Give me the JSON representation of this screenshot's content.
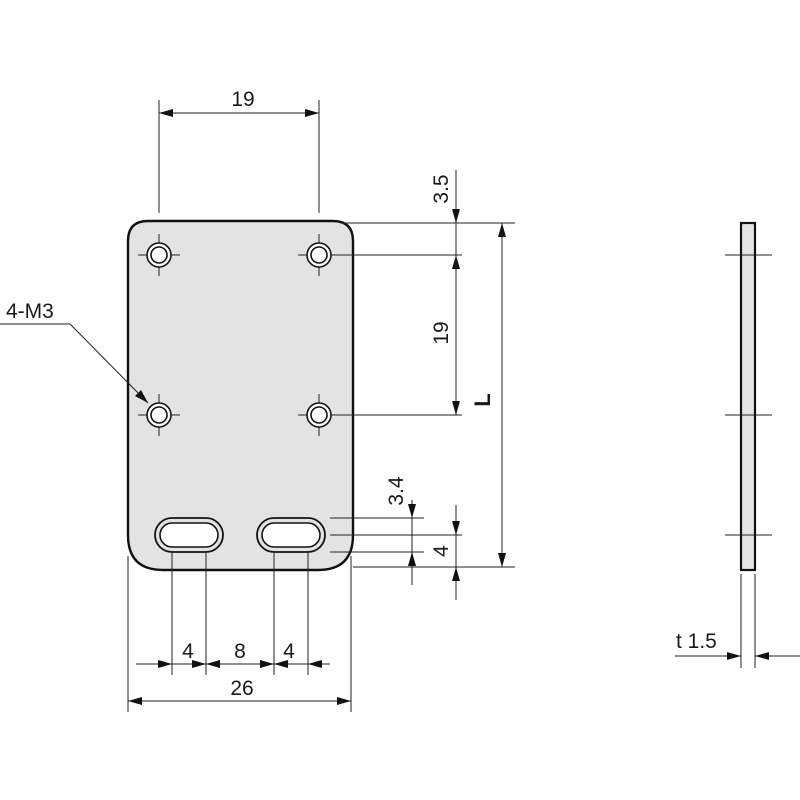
{
  "colors": {
    "plate_fill": "#e3e3e3",
    "line": "#111111",
    "background": "#ffffff"
  },
  "labels": {
    "hole_spacing_x": "19",
    "top_offset": "3.5",
    "hole_spacing_y": "19",
    "length": "L",
    "slot_offset": "3.4",
    "slot_bottom": "4",
    "slot_width_left": "4",
    "slot_gap": "8",
    "slot_width_right": "4",
    "total_width": "26",
    "hole_callout": "4-M3",
    "thickness": "t 1.5"
  }
}
